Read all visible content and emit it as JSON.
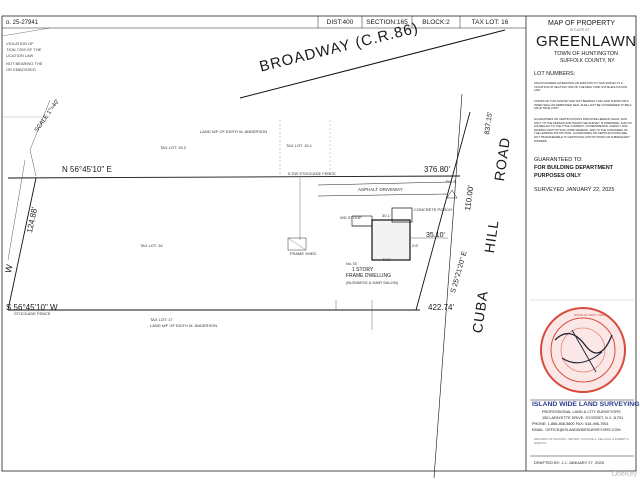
{
  "header": {
    "tax_map_ref": "o. 25-27941",
    "dist": "DIST:400",
    "section": "SECTION:165",
    "block": "BLOCK:2",
    "tax_lot": "TAX LOT: 16"
  },
  "title_block": {
    "map_of_property": "MAP OF PROPERTY",
    "situate_at": "SITUATE AT",
    "place": "GREENLAWN",
    "town": "TOWN OF HUNTINGTON",
    "county": "SUFFOLK COUNTY, NY",
    "lot_numbers": "LOT NUMBERS:",
    "note1": "UNAUTHORIZED ALTERATION OR ADDITION TO THIS SURVEY IS A VIOLATION OF SECTION 7209 OF THE NEW YORK STATE EDUCATION LAW.",
    "note2": "COPIES OF THIS SURVEY MAP NOT BEARING THE LAND SURVEYOR'S INKED SEAL OR EMBOSSED SEAL SHALL NOT BE CONSIDERED TO BE A VALID TRUE COPY.",
    "note3": "GUARANTEES OR CERTIFICATIONS INDICATED HEREON SHALL RUN ONLY TO THE PERSON FOR WHOM THE SURVEY IS PREPARED, AND ON HIS BEHALF TO THE TITLE COMPANY, GOVERNMENTAL AGENCY AND LENDING INSTITUTION LISTED HEREON, AND TO THE ASSIGNEES OF THE LENDING INSTITUTION. GUARANTEES OR CERTIFICATIONS ARE NOT TRANSFERABLE TO ADDITIONAL INSTITUTIONS OR SUBSEQUENT OWNERS.",
    "guaranteed_to": "GUARANTEED TO:",
    "for_building_1": "FOR BUILDING DEPARTMENT",
    "for_building_2": "PURPOSES ONLY",
    "surveyed_label": "SURVEYED",
    "surveyed_date": "JANUARY 22, 2025",
    "company": "ISLAND WIDE LAND SURVEYING",
    "company_sub": "PROFESSIONAL LAND & CITY SURVEYORS",
    "address": "150 LAFAYETTE DRIVE, SYOSSET, N.Y. 11791",
    "phone": "PHONE: 1-866-808-5800 FAX: 516-496-7551",
    "email": "EMAIL: OFFICE@ISLANDWIDESURVEYORS.COM",
    "records": "RECORDS OF WALTER L. BROWN, GUSTAVE A. KELLOGG & ROBERT A. MARCUS",
    "drafted": "DRAFTED BY: J.J.  JANUARY 27, 2025",
    "seal_text": "STATE OF NEW YORK"
  },
  "map": {
    "road_broadway": "BROADWAY (C.R.86)",
    "road_cuba": "CUBA",
    "road_hill": "HILL",
    "road_road": "ROAD",
    "scale": "SCALE 1\"=40'",
    "bearing_north": "N 56°45'10\" E",
    "bearing_south": "S 56°45'10\" W",
    "bearing_east": "S 25°21'20\" E",
    "dist_north": "376.80'",
    "dist_south": "422.74'",
    "dist_east": "110.00'",
    "dist_left": "124.88'",
    "dist_road": "837.15'",
    "dist_house": "35.10'",
    "pob": "P.O.B.",
    "asphalt": "ASPHALT  DRIVEWAY",
    "house_1": "1 STORY",
    "house_2": "FRAME DWELLING",
    "house_note": "(BUSINESS & HAIR SALON)",
    "house_no": "No.78",
    "stockade_top": "0.3'W  STOCKADE  FENCE",
    "stockade_bottom": "STOCKADE                                        FENCE",
    "land_anderson_top": "LAND N/F OF EDITH M. ANDERSON",
    "land_anderson_bottom": "LAND N/F OF EDITH M. ANDERSON",
    "tax_lot_152": "TAX LOT: 15.2",
    "tax_lot_151": "TAX LOT: 15.1",
    "tax_lot_16": "TAX LOT: 16",
    "tax_lot_17": "TAX LOT: 17",
    "wood_stoop": "WD STOOP",
    "concrete_porch": "CONCRETE PORCH",
    "dim_a": "30.1'",
    "dim_b": "47.0'",
    "dim_c": "2.6'",
    "shed": "FRAME SHED",
    "left_w": "W",
    "edge_left_top": "VIOLATION OF",
    "edge_left_2": "TION 7209 OF THE",
    "edge_left_3": "UCATION LAW",
    "edge_left_4": "NOT BEARING THE",
    "edge_left_5": "OR EMBOSSED",
    "watermark": "OneKey"
  }
}
